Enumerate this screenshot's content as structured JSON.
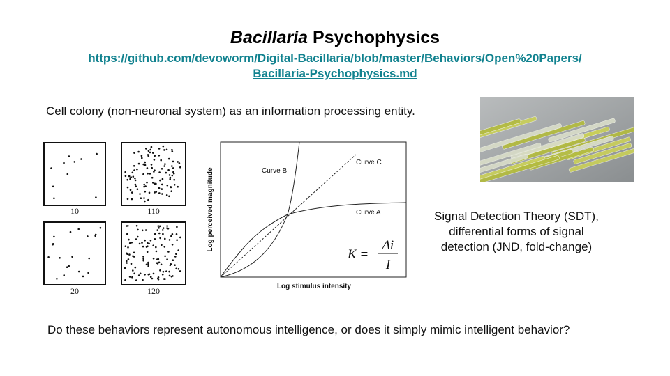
{
  "title": {
    "italic": "Bacillaria",
    "rest": " Psychophysics"
  },
  "link": {
    "line1": "https://github.com/devoworm/Digital-Bacillaria/blob/master/Behaviors/Open%20Papers/",
    "line2": "Bacillaria-Psychophysics.md"
  },
  "intro": "Cell colony (non-neuronal system) as an information processing entity.",
  "dot_panels": [
    {
      "label": "10",
      "count": 10
    },
    {
      "label": "110",
      "count": 110
    },
    {
      "label": "20",
      "count": 20
    },
    {
      "label": "120",
      "count": 120
    }
  ],
  "psych_graph": {
    "ylabel": "Log perceived magnitude",
    "xlabel": "Log stimulus intensity",
    "curves": [
      "Curve B",
      "Curve C",
      "Curve A"
    ],
    "formula": {
      "lhs": "K =",
      "num": "Δi",
      "den": "I"
    }
  },
  "photo": {
    "subject": "Bacillaria diatom colony micrograph"
  },
  "sdt_lines": [
    "Signal Detection Theory (SDT),",
    "differential forms of signal",
    "detection (JND, fold-change)"
  ],
  "question": "Do these behaviors represent autonomous intelligence, or does it simply mimic intelligent behavior?"
}
